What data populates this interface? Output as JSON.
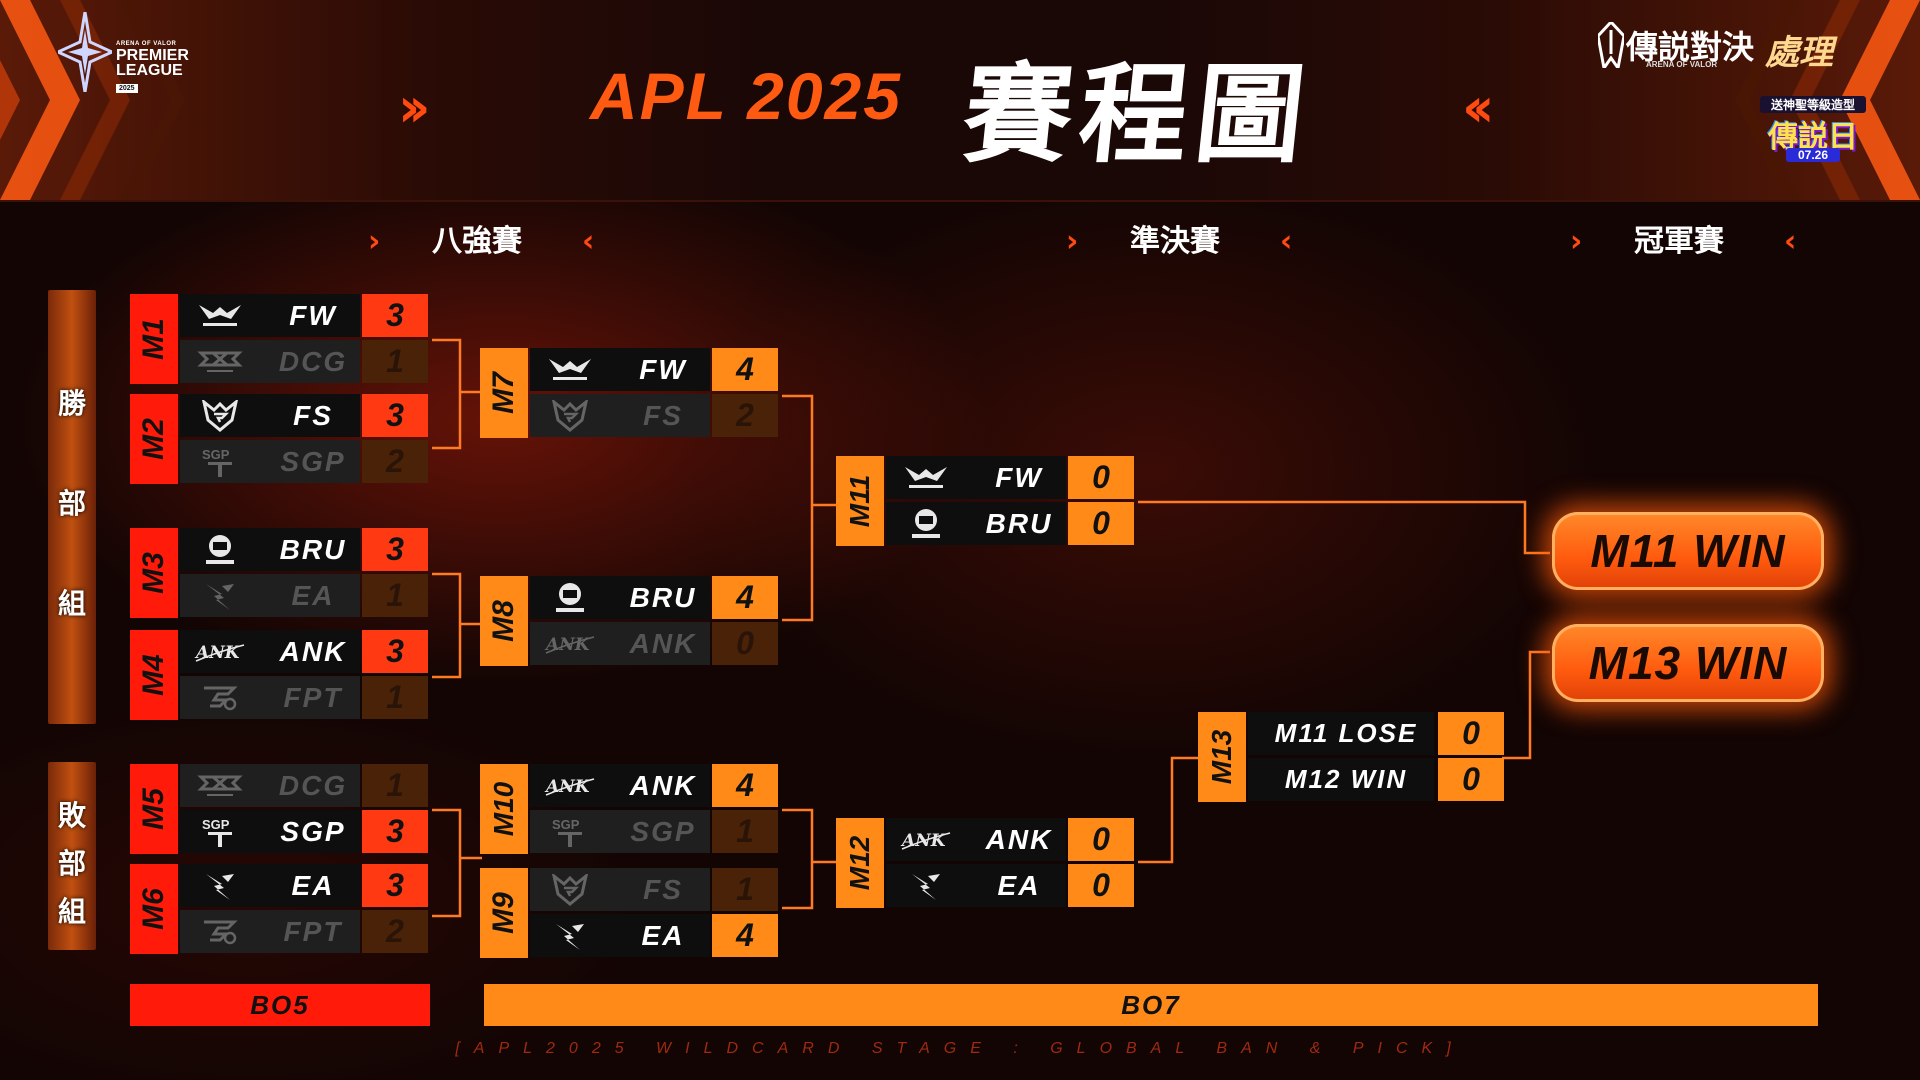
{
  "header": {
    "event_logo": {
      "line1": "ARENA OF VALOR",
      "line2": "PREMIER",
      "line3": "LEAGUE",
      "year": "2025"
    },
    "title_latin": "APL 2025",
    "title_cn": "賽程圖",
    "chevron_left": "››",
    "chevron_right": "‹‹",
    "brand": {
      "name": "傳説對決",
      "sub": "ARENA OF VALOR"
    },
    "sponsor": "處理",
    "promo": {
      "line1": "送神聖等級造型",
      "line2": "傳説日",
      "date": "07.26"
    }
  },
  "rounds": [
    {
      "label": "八強賽"
    },
    {
      "label": "準決賽"
    },
    {
      "label": "冠軍賽"
    }
  ],
  "groups": [
    {
      "label": [
        "勝",
        "部",
        "組"
      ]
    },
    {
      "label": [
        "敗",
        "部",
        "組"
      ]
    }
  ],
  "matches": [
    {
      "id": "M1",
      "label_color": "#ff1a0a",
      "teams": [
        {
          "name": "FW",
          "score": "3",
          "win": true,
          "logo": "wolf"
        },
        {
          "name": "DCG",
          "score": "1",
          "win": false,
          "logo": "dcg"
        }
      ]
    },
    {
      "id": "M2",
      "label_color": "#ff1a0a",
      "teams": [
        {
          "name": "FS",
          "score": "3",
          "win": true,
          "logo": "fs"
        },
        {
          "name": "SGP",
          "score": "2",
          "win": false,
          "logo": "sgp"
        }
      ]
    },
    {
      "id": "M3",
      "label_color": "#ff1a0a",
      "teams": [
        {
          "name": "BRU",
          "score": "3",
          "win": true,
          "logo": "bru"
        },
        {
          "name": "EA",
          "score": "1",
          "win": false,
          "logo": "ea"
        }
      ]
    },
    {
      "id": "M4",
      "label_color": "#ff1a0a",
      "teams": [
        {
          "name": "ANK",
          "score": "3",
          "win": true,
          "logo": "ank"
        },
        {
          "name": "FPT",
          "score": "1",
          "win": false,
          "logo": "fpt"
        }
      ]
    },
    {
      "id": "M5",
      "label_color": "#ff1a0a",
      "teams": [
        {
          "name": "DCG",
          "score": "1",
          "win": false,
          "logo": "dcg"
        },
        {
          "name": "SGP",
          "score": "3",
          "win": true,
          "logo": "sgp"
        }
      ]
    },
    {
      "id": "M6",
      "label_color": "#ff1a0a",
      "teams": [
        {
          "name": "EA",
          "score": "3",
          "win": true,
          "logo": "ea"
        },
        {
          "name": "FPT",
          "score": "2",
          "win": false,
          "logo": "fpt"
        }
      ]
    },
    {
      "id": "M7",
      "label_color": "#ff8a18",
      "teams": [
        {
          "name": "FW",
          "score": "4",
          "win": true,
          "logo": "wolf"
        },
        {
          "name": "FS",
          "score": "2",
          "win": false,
          "logo": "fs"
        }
      ]
    },
    {
      "id": "M8",
      "label_color": "#ff8a18",
      "teams": [
        {
          "name": "BRU",
          "score": "4",
          "win": true,
          "logo": "bru"
        },
        {
          "name": "ANK",
          "score": "0",
          "win": false,
          "logo": "ank"
        }
      ]
    },
    {
      "id": "M10",
      "label_color": "#ff8a18",
      "teams": [
        {
          "name": "ANK",
          "score": "4",
          "win": true,
          "logo": "ank"
        },
        {
          "name": "SGP",
          "score": "1",
          "win": false,
          "logo": "sgp"
        }
      ]
    },
    {
      "id": "M9",
      "label_color": "#ff8a18",
      "teams": [
        {
          "name": "FS",
          "score": "1",
          "win": false,
          "logo": "fs"
        },
        {
          "name": "EA",
          "score": "4",
          "win": true,
          "logo": "ea"
        }
      ]
    },
    {
      "id": "M11",
      "label_color": "#ff8a18",
      "teams": [
        {
          "name": "FW",
          "score": "0",
          "win": true,
          "logo": "wolf"
        },
        {
          "name": "BRU",
          "score": "0",
          "win": true,
          "logo": "bru"
        }
      ]
    },
    {
      "id": "M12",
      "label_color": "#ff8a18",
      "teams": [
        {
          "name": "ANK",
          "score": "0",
          "win": true,
          "logo": "ank"
        },
        {
          "name": "EA",
          "score": "0",
          "win": true,
          "logo": "ea"
        }
      ]
    },
    {
      "id": "M13",
      "label_color": "#ff8a18",
      "teams": [
        {
          "name": "M11 LOSE",
          "score": "0",
          "win": true,
          "logo": ""
        },
        {
          "name": "M12 WIN",
          "score": "0",
          "win": true,
          "logo": ""
        }
      ]
    }
  ],
  "finals": [
    {
      "label": "M11 WIN"
    },
    {
      "label": "M13 WIN"
    }
  ],
  "formats": [
    {
      "label": "BO5",
      "color": "#ff1a0a"
    },
    {
      "label": "BO7",
      "color": "#ff8a18"
    }
  ],
  "footer": "[APL2025 WILDCARD STAGE : GLOBAL BAN & PICK]",
  "colors": {
    "accent_red": "#ff1a0a",
    "accent_orange": "#ff8a18",
    "line": "#ff7a20",
    "background": "#120504"
  }
}
